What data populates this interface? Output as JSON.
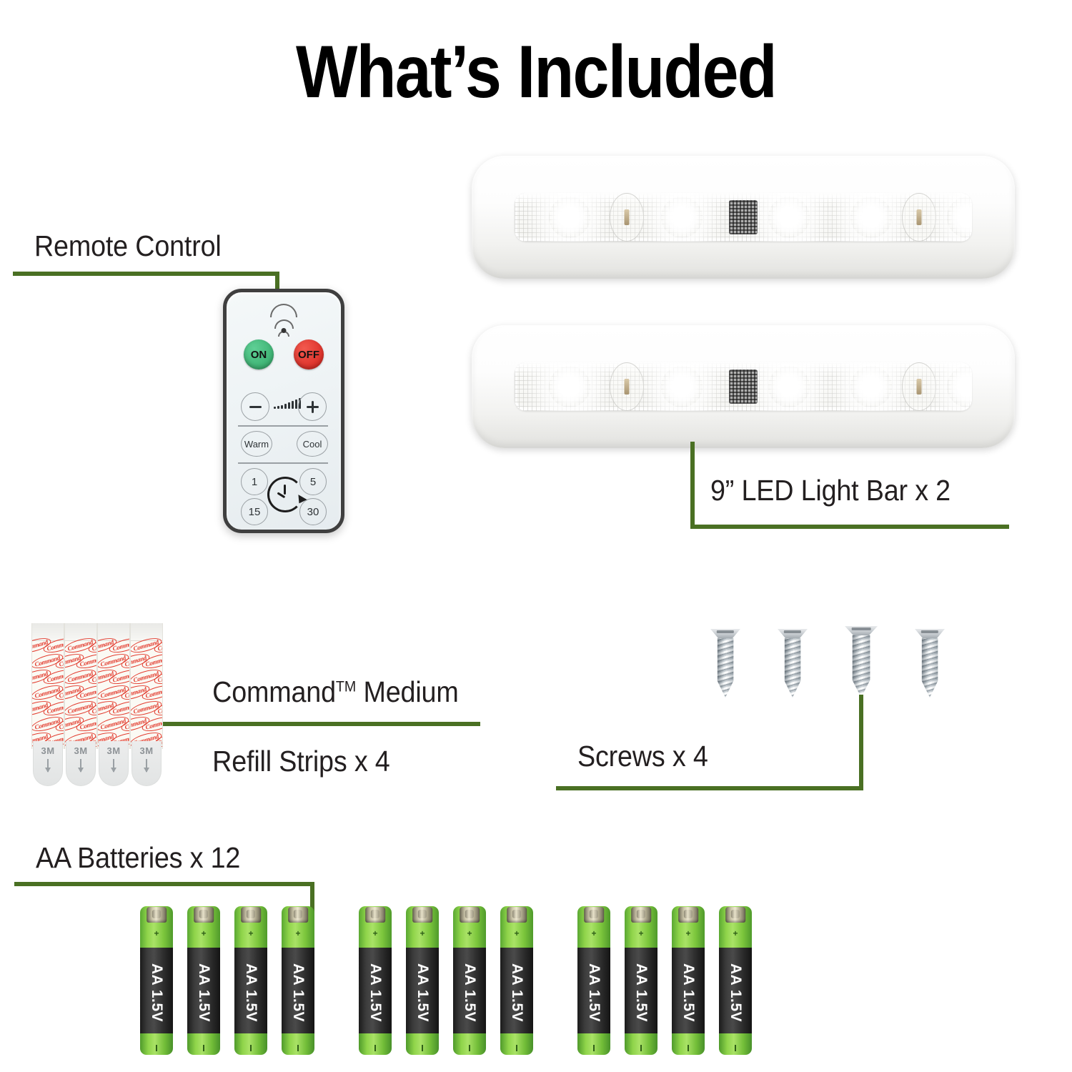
{
  "page": {
    "title": "What’s Included",
    "accent_green": "#4a7023",
    "text_color": "#231f20"
  },
  "callouts": {
    "remote": {
      "label": "Remote Control"
    },
    "light_bar": {
      "label": "9” LED Light Bar x 2"
    },
    "command_strips": {
      "line1": "Command",
      "tm": "TM",
      "line1b": " Medium",
      "line2": "Refill Strips x 4"
    },
    "screws": {
      "label": "Screws x 4"
    },
    "batteries": {
      "label": "AA Batteries x 12"
    }
  },
  "remote_control": {
    "name": "remote-control",
    "signal_icon": "wifi-signal-icon",
    "buttons": {
      "on": "ON",
      "off": "OFF",
      "minus": "−",
      "plus": "+",
      "warm": "Warm",
      "cool": "Cool",
      "timer_1": "1",
      "timer_5": "5",
      "timer_15": "15",
      "timer_30": "30"
    },
    "colors": {
      "on": "#2fa765",
      "off": "#d4201a"
    },
    "clock_icon": "clock-timer-icon"
  },
  "light_bars": {
    "count": 2,
    "led_count": 5,
    "screw_hole_count": 2,
    "sensor_icon": "ir-sensor-grid-icon"
  },
  "command_strips": {
    "count": 4,
    "logo_text": "Command",
    "tab_text": "3M",
    "tab_arrow_icon": "down-arrow-icon",
    "logo_color": "#e23b2e"
  },
  "screws": {
    "count": 4
  },
  "batteries": {
    "total": 12,
    "groups": 3,
    "per_group": 4,
    "label": "AA 1.5V",
    "plus_mark": "+",
    "colors": {
      "top": "#8fd44a",
      "body": "#3c3c3c"
    }
  }
}
